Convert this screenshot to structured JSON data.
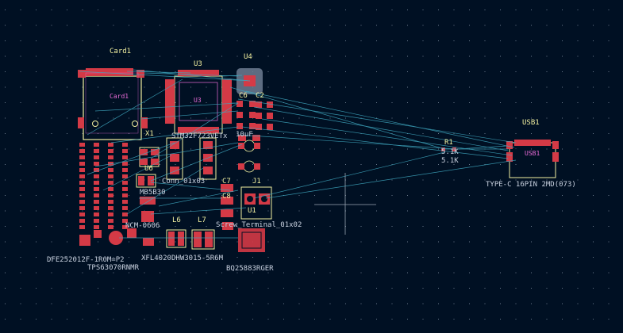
{
  "editor": {
    "name": "PCB Editor canvas",
    "colors": {
      "background": "#001023",
      "grid": "#6b7a8c",
      "pad": "#d43a46",
      "silkscreen": "#f2f0a0",
      "courtyard": "#e96bd8",
      "ratsnest": "#3fa8c0",
      "cursor": "#9aa6b4",
      "text": "#c9d2e0"
    }
  },
  "components": {
    "card1": {
      "ref": "Card1",
      "fab": "Card1"
    },
    "u3": {
      "ref": "U3",
      "fab": "U3",
      "value": "STM32F723VETx"
    },
    "u4": {
      "ref": "U4"
    },
    "c6": {
      "ref": "C6"
    },
    "c2": {
      "ref": "C2"
    },
    "x1": {
      "ref": "X1"
    },
    "u6": {
      "ref": "U6"
    },
    "usb1": {
      "ref": "USB1",
      "fab": "USB1",
      "value": "TYPE-C 16PIN 2MD(073)"
    },
    "r1": {
      "ref": "R1",
      "values": [
        "5.1K",
        "5.1K"
      ]
    },
    "j1": {
      "ref": "J1",
      "value": "Screw_Terminal_01x02"
    },
    "c7": {
      "ref": "C7"
    },
    "c8": {
      "ref": "C8"
    },
    "u1": {
      "ref": "U1",
      "value": "BQ25883RGER"
    },
    "l6": {
      "ref": "L6"
    },
    "l7": {
      "ref": "L7"
    },
    "conn": {
      "value": "Conn_01x03"
    },
    "dfe": {
      "value": "DFE252012F-1R0M=P2"
    },
    "tps": {
      "value": "TPS63070RNMR"
    },
    "mb": {
      "value": "MB5B30"
    },
    "ncm": {
      "value": "NCM-0606"
    },
    "xfl": {
      "value": "XFL4020"
    },
    "dhw": {
      "value": "DHW3015-5R6M"
    },
    "misc": {
      "value": "10uF"
    }
  }
}
